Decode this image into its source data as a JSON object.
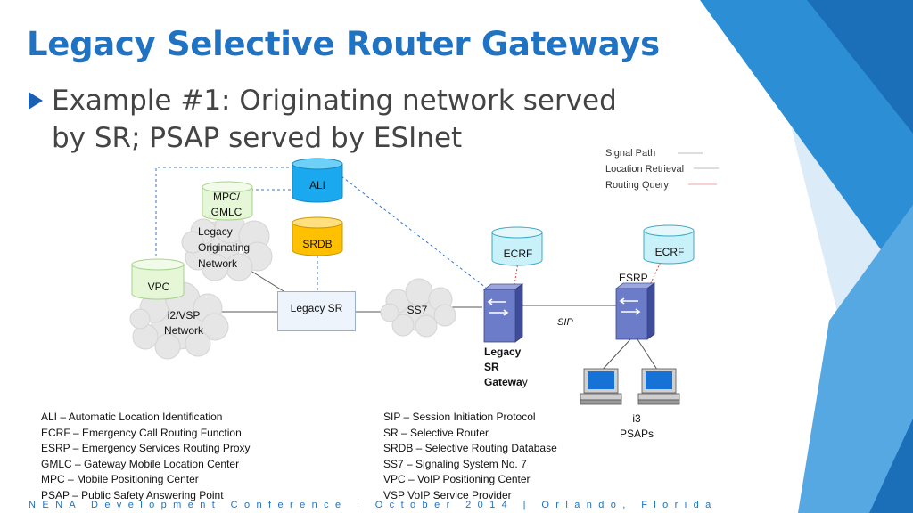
{
  "title": "Legacy Selective Router Gateways",
  "bullet": [
    "Example #1: Originating network served",
    "by SR; PSAP served by ESInet"
  ],
  "legend": [
    "Signal Path",
    "Location Retrieval",
    "Routing Query"
  ],
  "nodes": {
    "ali": "ALI",
    "mpc": [
      "MPC/",
      "GMLC"
    ],
    "legacy_net": [
      "Legacy",
      "Originating",
      "Network"
    ],
    "srdb": "SRDB",
    "vpc": "VPC",
    "i2vsp": [
      "i2/VSP",
      "Network"
    ],
    "legacy_sr": "Legacy SR",
    "ss7": "SS7",
    "ecrf1": "ECRF",
    "ecrf2": "ECRF",
    "esrp": "ESRP",
    "sip": "SIP",
    "gateway": [
      "Legacy",
      "SR",
      "Gatewa",
      "y"
    ],
    "i3": [
      "i3",
      "PSAPs"
    ]
  },
  "glossary_left": [
    "ALI – Automatic Location Identification",
    "ECRF – Emergency Call Routing Function",
    "ESRP – Emergency Services Routing Proxy",
    "GMLC – Gateway Mobile Location Center",
    "MPC – Mobile Positioning Center",
    "PSAP – Public Safety Answering Point"
  ],
  "glossary_right": [
    "SIP – Session Initiation Protocol",
    "SR – Selective Router",
    "SRDB – Selective Routing Database",
    "SS7 – Signaling System No. 7",
    "VPC – VoIP Positioning Center",
    "VSP VoIP Service Provider"
  ],
  "footer": "NENA Development Conference | October 2014 | Orlando, Florida",
  "colors": {
    "title": "#1f73c2",
    "ali": "#1aa9ee",
    "srdb": "#ffc000",
    "ecrf": "#c9f1fa",
    "vpc": "#e5f7d6",
    "routing_query": "#e53935",
    "location_retrieval": "#2e75d6"
  }
}
